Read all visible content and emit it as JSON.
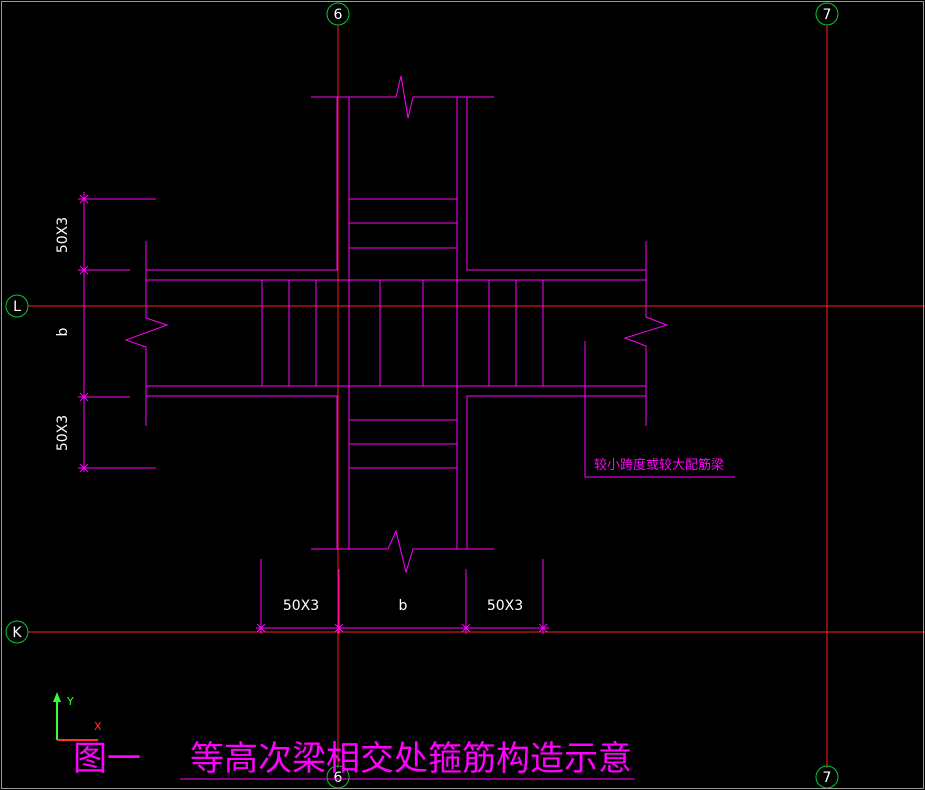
{
  "grid_labels": {
    "top_6": "6",
    "top_7": "7",
    "bottom_6": "6",
    "bottom_7": "7",
    "left_L": "L",
    "left_K": "K"
  },
  "dimensions": {
    "left_upper": "50X3",
    "left_middle": "b",
    "left_lower": "50X3",
    "bottom_left": "50X3",
    "bottom_middle": "b",
    "bottom_right": "50X3"
  },
  "leader_note": "较小跨度或较大配筋梁",
  "ucs": {
    "x_axis": "X",
    "y_axis": "Y"
  },
  "title": {
    "figure_number": "图一",
    "caption": "等高次梁相交处箍筋构造示意"
  },
  "colors": {
    "background": "#000000",
    "axis_line": "#ff2020",
    "beam_line": "#ff00ff",
    "dimension_line": "#ff00ff",
    "dimension_text": "#ffffff",
    "grid_bubble": "#00cc33",
    "ucs_x": "#ff3030",
    "ucs_y": "#33ff33"
  }
}
